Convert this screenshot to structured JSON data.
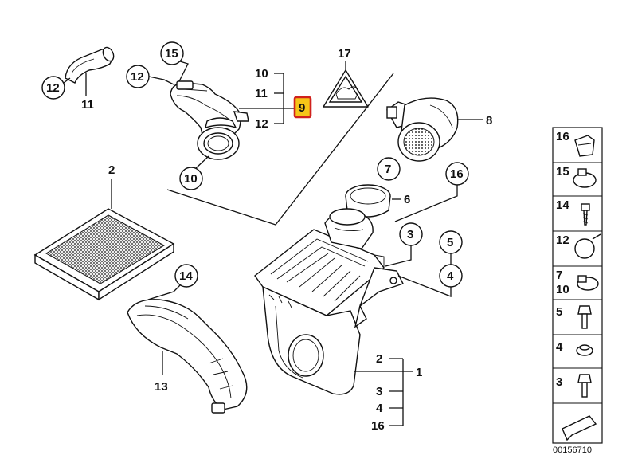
{
  "diagram": {
    "id_number": "00156710",
    "highlighted_label": "9",
    "callouts": {
      "c15": "15",
      "c12a": "12",
      "c12b": "12",
      "c11": "11",
      "c10a": "10",
      "c10list": "10",
      "c11list": "11",
      "c12list": "12",
      "c17": "17",
      "c8": "8",
      "c2a": "2",
      "c7": "7",
      "c16": "16",
      "c6": "6",
      "c3": "3",
      "c5": "5",
      "c4": "4",
      "c14": "14",
      "c13": "13",
      "c2b": "2",
      "c1": "1",
      "c3b": "3",
      "c4b": "4",
      "c16b": "16"
    },
    "legend": [
      "16",
      "15",
      "14",
      "12",
      "7",
      "10",
      "5",
      "4",
      "3"
    ]
  }
}
